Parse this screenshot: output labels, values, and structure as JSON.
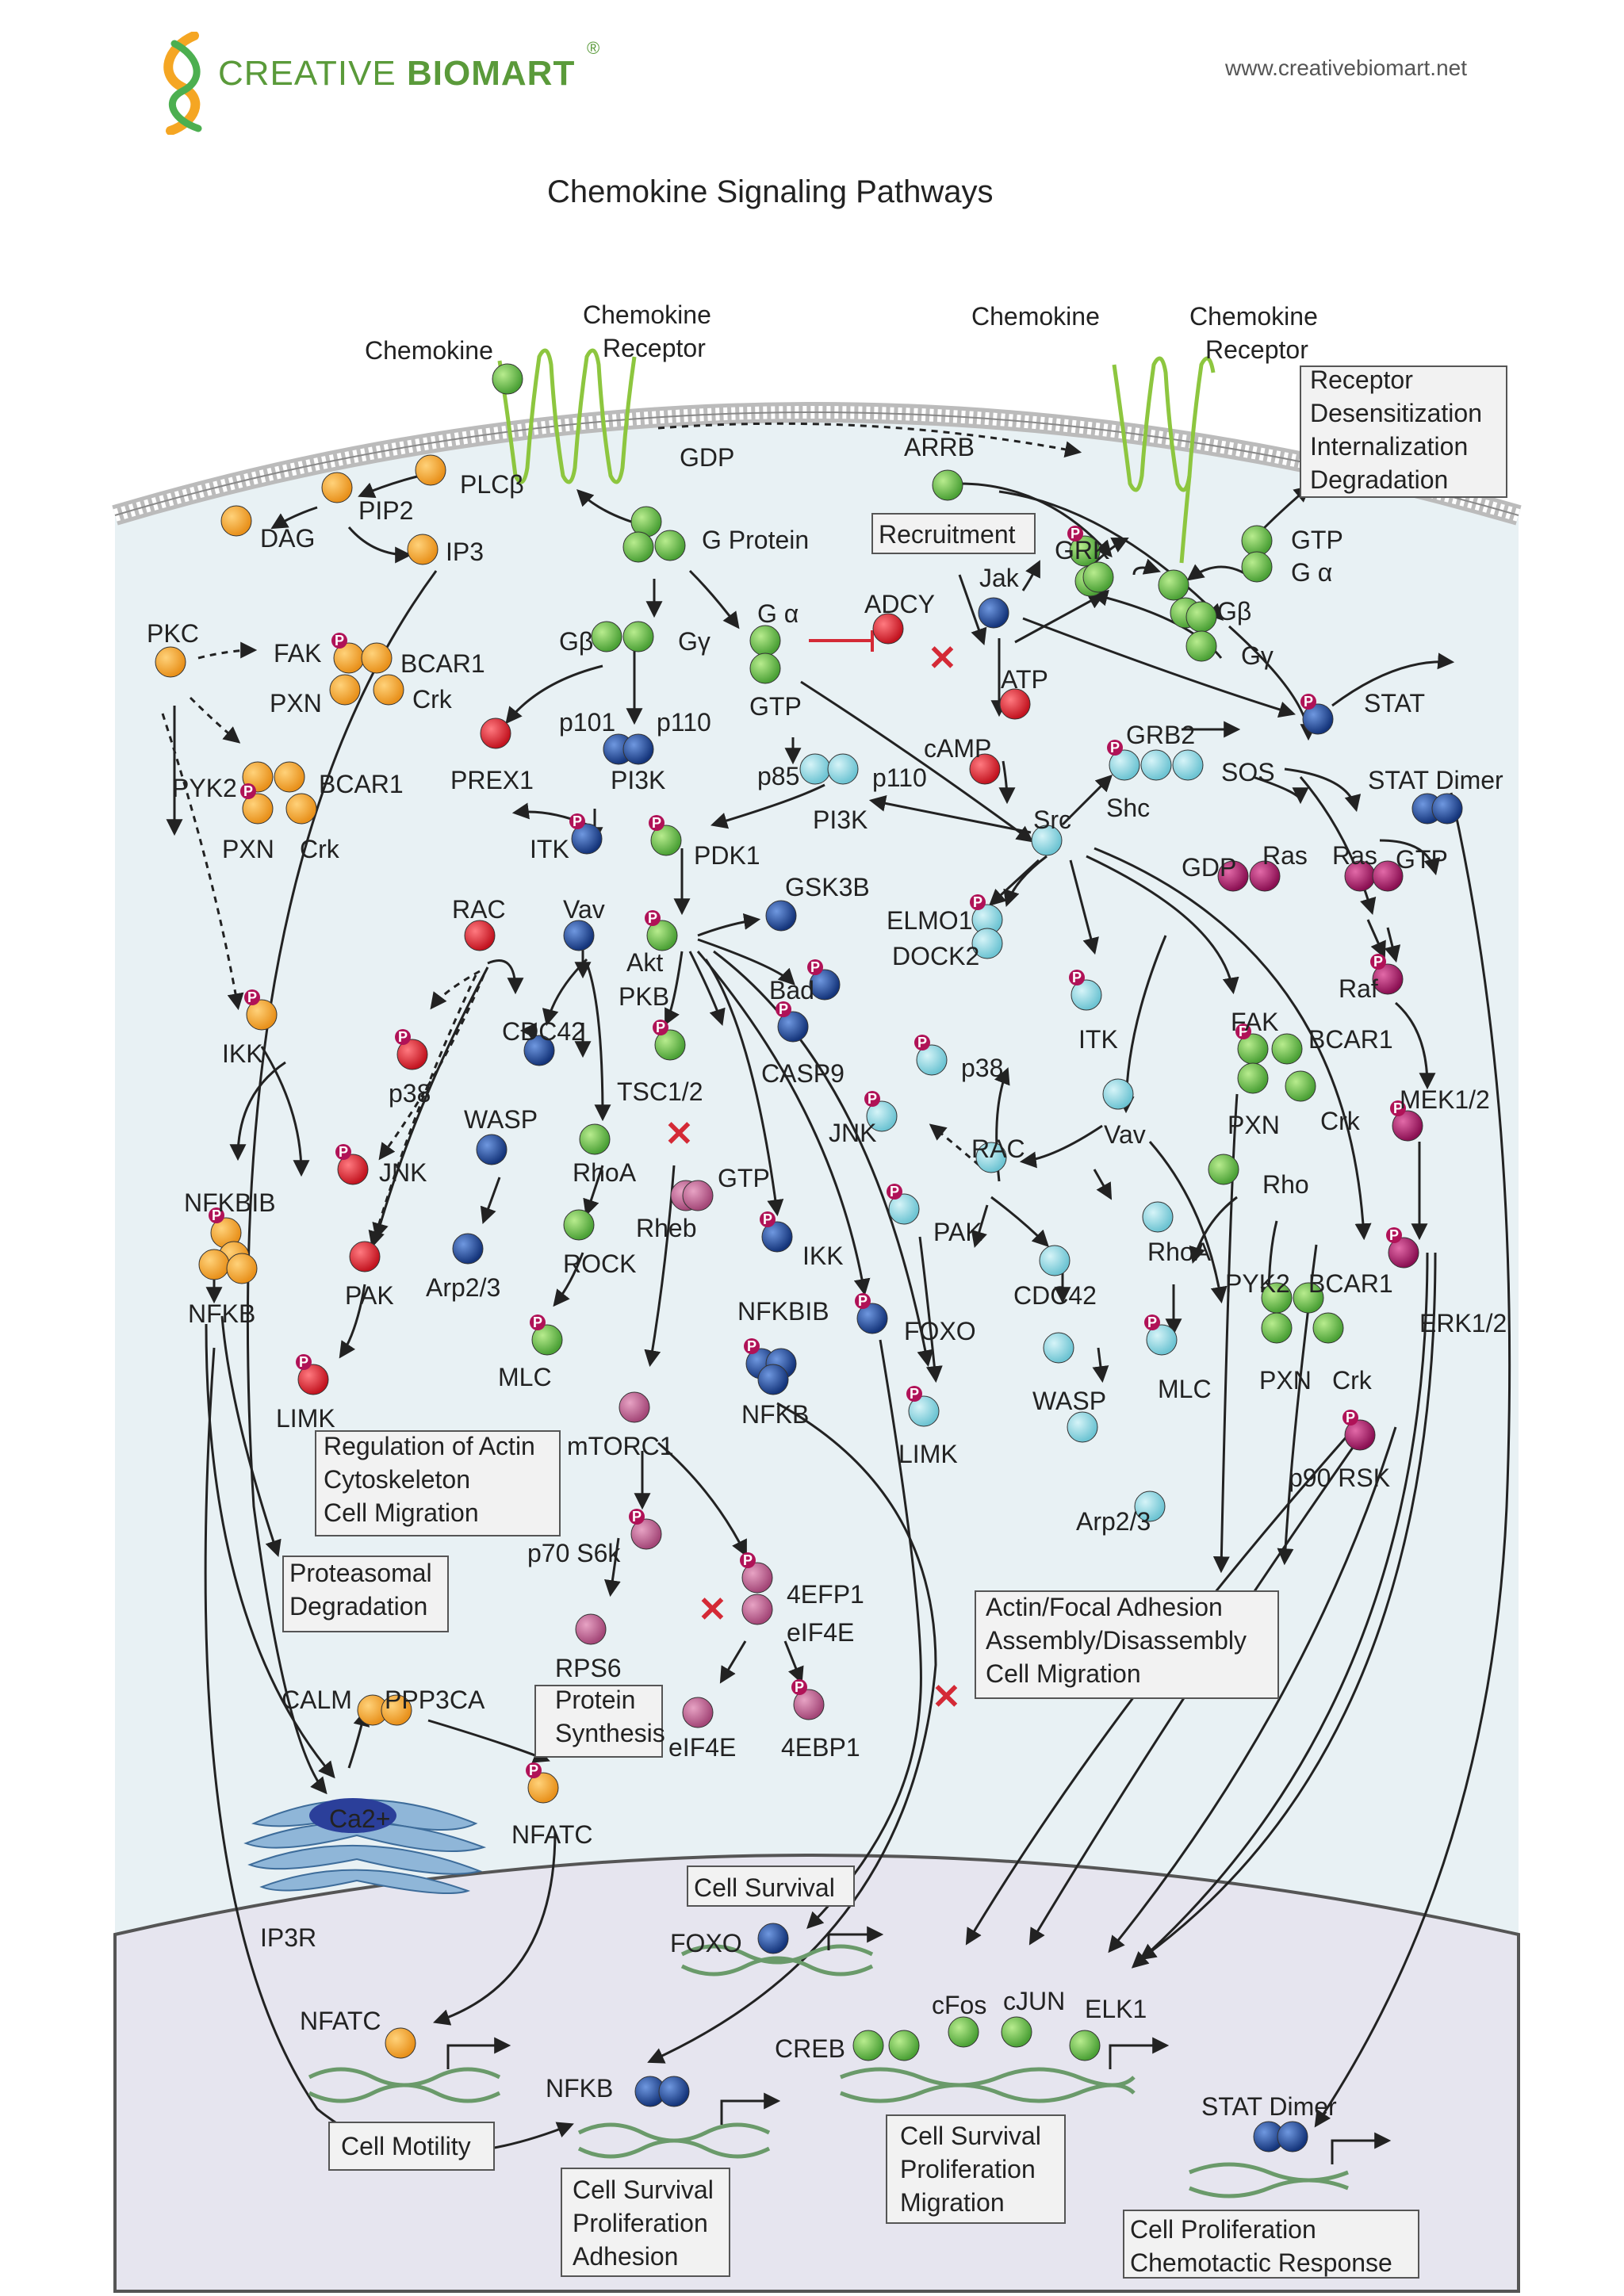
{
  "header": {
    "logo_text_light": "CREATIVE ",
    "logo_text_bold": "BIOMART",
    "logo_registered": "®",
    "website": "www.creativebiomart.net",
    "title": "Chemokine Signaling Pathways"
  },
  "colors": {
    "orange": "#f3a12c",
    "green": "#6cc04a",
    "red": "#d42a36",
    "blue": "#1f4a9e",
    "cyan": "#8ed3df",
    "magenta": "#b21f6c",
    "purple": "#b6578c",
    "phospho": "#b01257",
    "cytoplasm": "#e9f2f5",
    "nucleus": "#eae9f2",
    "helix": "#6a9a6a"
  },
  "labels": {
    "chemokine_left": "Chemokine",
    "receptor_left_1": "Chemokine",
    "receptor_left_2": "Receptor",
    "chemokine_right": "Chemokine",
    "receptor_right_1": "Chemokine",
    "receptor_right_2": "Receptor",
    "plcb": "PLCβ",
    "gdp": "GDP",
    "pip2": "PIP2",
    "dag": "DAG",
    "ip3": "IP3",
    "g_protein": "G Protein",
    "arrb": "ARRB",
    "recruitment": "Recruitment",
    "grk": "GRK",
    "gtp_right": "GTP",
    "ga_right": "G α",
    "gb_right": "Gβ",
    "gg_right": "Gγ",
    "jak": "Jak",
    "adcy": "ADCY",
    "atp": "ATP",
    "camp": "cAMP",
    "ga_mid": "G α",
    "gtp_mid": "GTP",
    "gb_mid": "Gβ",
    "gg_mid": "Gγ",
    "pkc": "PKC",
    "fak_left": "FAK",
    "bcar1_top": "BCAR1",
    "crk_top": "Crk",
    "pxn_top": "PXN",
    "pyk2_left": "PYK2",
    "bcar1_left": "BCAR1",
    "pxn_left": "PXN",
    "crk_left": "Crk",
    "prex1": "PREX1",
    "p101": "p101",
    "p110_left": "p110",
    "pi3k_left": "PI3K",
    "p85": "p85",
    "p110_right": "p110",
    "pi3k_right": "PI3K",
    "stat": "STAT",
    "stat_dimer": "STAT Dimer",
    "grb2": "GRB2",
    "sos": "SOS",
    "shc": "Shc",
    "src": "Src",
    "gdp_ras": "GDP",
    "ras_1": "Ras",
    "ras_2": "Ras",
    "gtp_ras": "GTP",
    "itk_left": "ITK",
    "pdk1": "PDK1",
    "rac_left": "RAC",
    "vav_left": "Vav",
    "gsk3b": "GSK3B",
    "akt": "Akt",
    "pkb": "PKB",
    "bad": "Bad",
    "casp9": "CASP9",
    "elmo1": "ELMO1",
    "dock2": "DOCK2",
    "raf": "Raf",
    "ikk_left": "IKK",
    "cdc42_left": "CDC42",
    "p38_left": "p38",
    "wasp_left": "WASP",
    "tsc12": "TSC1/2",
    "gtp_rheb": "GTP",
    "rheb": "Rheb",
    "rhoa_left": "RhoA",
    "jnk_left": "JNK",
    "rock": "ROCK",
    "ikk_mid": "IKK",
    "p38_mid": "p38",
    "itk_right": "ITK",
    "fak_right": "FAK",
    "bcar1_right": "BCAR1",
    "pxn_right": "PXN",
    "crk_right": "Crk",
    "mek12": "MEK1/2",
    "jnk_mid": "JNK",
    "rac_mid": "RAC",
    "vav_right": "Vav",
    "rho": "Rho",
    "pak_mid": "PAK",
    "rhoa_right": "RhoA",
    "nfkbib_left": "NFKBIB",
    "nfkb_left": "NFKB",
    "arp23_left": "Arp2/3",
    "pak_left": "PAK",
    "nfkbib_mid": "NFKBIB",
    "nfkb_mid": "NFKB",
    "foxo_cyto": "FOXO",
    "cdc42_right": "CDC42",
    "pyk2_right": "PYK2",
    "bcar1_right2": "BCAR1",
    "erk12": "ERK1/2",
    "mlc_left": "MLC",
    "mlc_right": "MLC",
    "pxn_right2": "PXN",
    "crk_right2": "Crk",
    "limk_left": "LIMK",
    "mtorc1": "mTORC1",
    "wasp_right": "WASP",
    "limk_right": "LIMK",
    "p90rsk": "p90 RSK",
    "p70s6k": "p70 S6k",
    "arp23_right": "Arp2/3",
    "efp1": "4EFP1",
    "eif4e_top": "eIF4E",
    "rps6": "RPS6",
    "eif4e_bottom": "eIF4E",
    "ebp1": "4EBP1",
    "calm": "CALM",
    "ppp3ca": "PPP3CA",
    "nfatc_cyto": "NFATC",
    "ca2": "Ca2+",
    "ip3r": "IP3R",
    "foxo_nuc": "FOXO",
    "nfatc_nuc": "NFATC",
    "creb": "CREB",
    "cfos": "cFos",
    "cjun": "cJUN",
    "elk1": "ELK1",
    "nfkb_nuc": "NFKB",
    "stat_dimer_nuc": "STAT Dimer",
    "p": "P"
  },
  "boxes": {
    "receptor_fate": [
      "Receptor",
      "Desensitization",
      "Internalization",
      "Degradation"
    ],
    "actin_reg": [
      "Regulation of Actin",
      "Cytoskeleton",
      "Cell Migration"
    ],
    "proteasomal": [
      "Proteasomal",
      "Degradation"
    ],
    "protein_synthesis": [
      "Protein",
      "Synthesis"
    ],
    "actin_focal": [
      "Actin/Focal Adhesion",
      "Assembly/Disassembly",
      "Cell Migration"
    ],
    "cell_survival": [
      "Cell Survival"
    ],
    "cell_motility": [
      "Cell Motility"
    ],
    "nfkb_out": [
      "Cell Survival",
      "Proliferation",
      "Adhesion"
    ],
    "creb_out": [
      "Cell Survival",
      "Proliferation",
      "Migration"
    ],
    "stat_out": [
      "Cell Proliferation",
      "Chemotactic Response"
    ]
  }
}
